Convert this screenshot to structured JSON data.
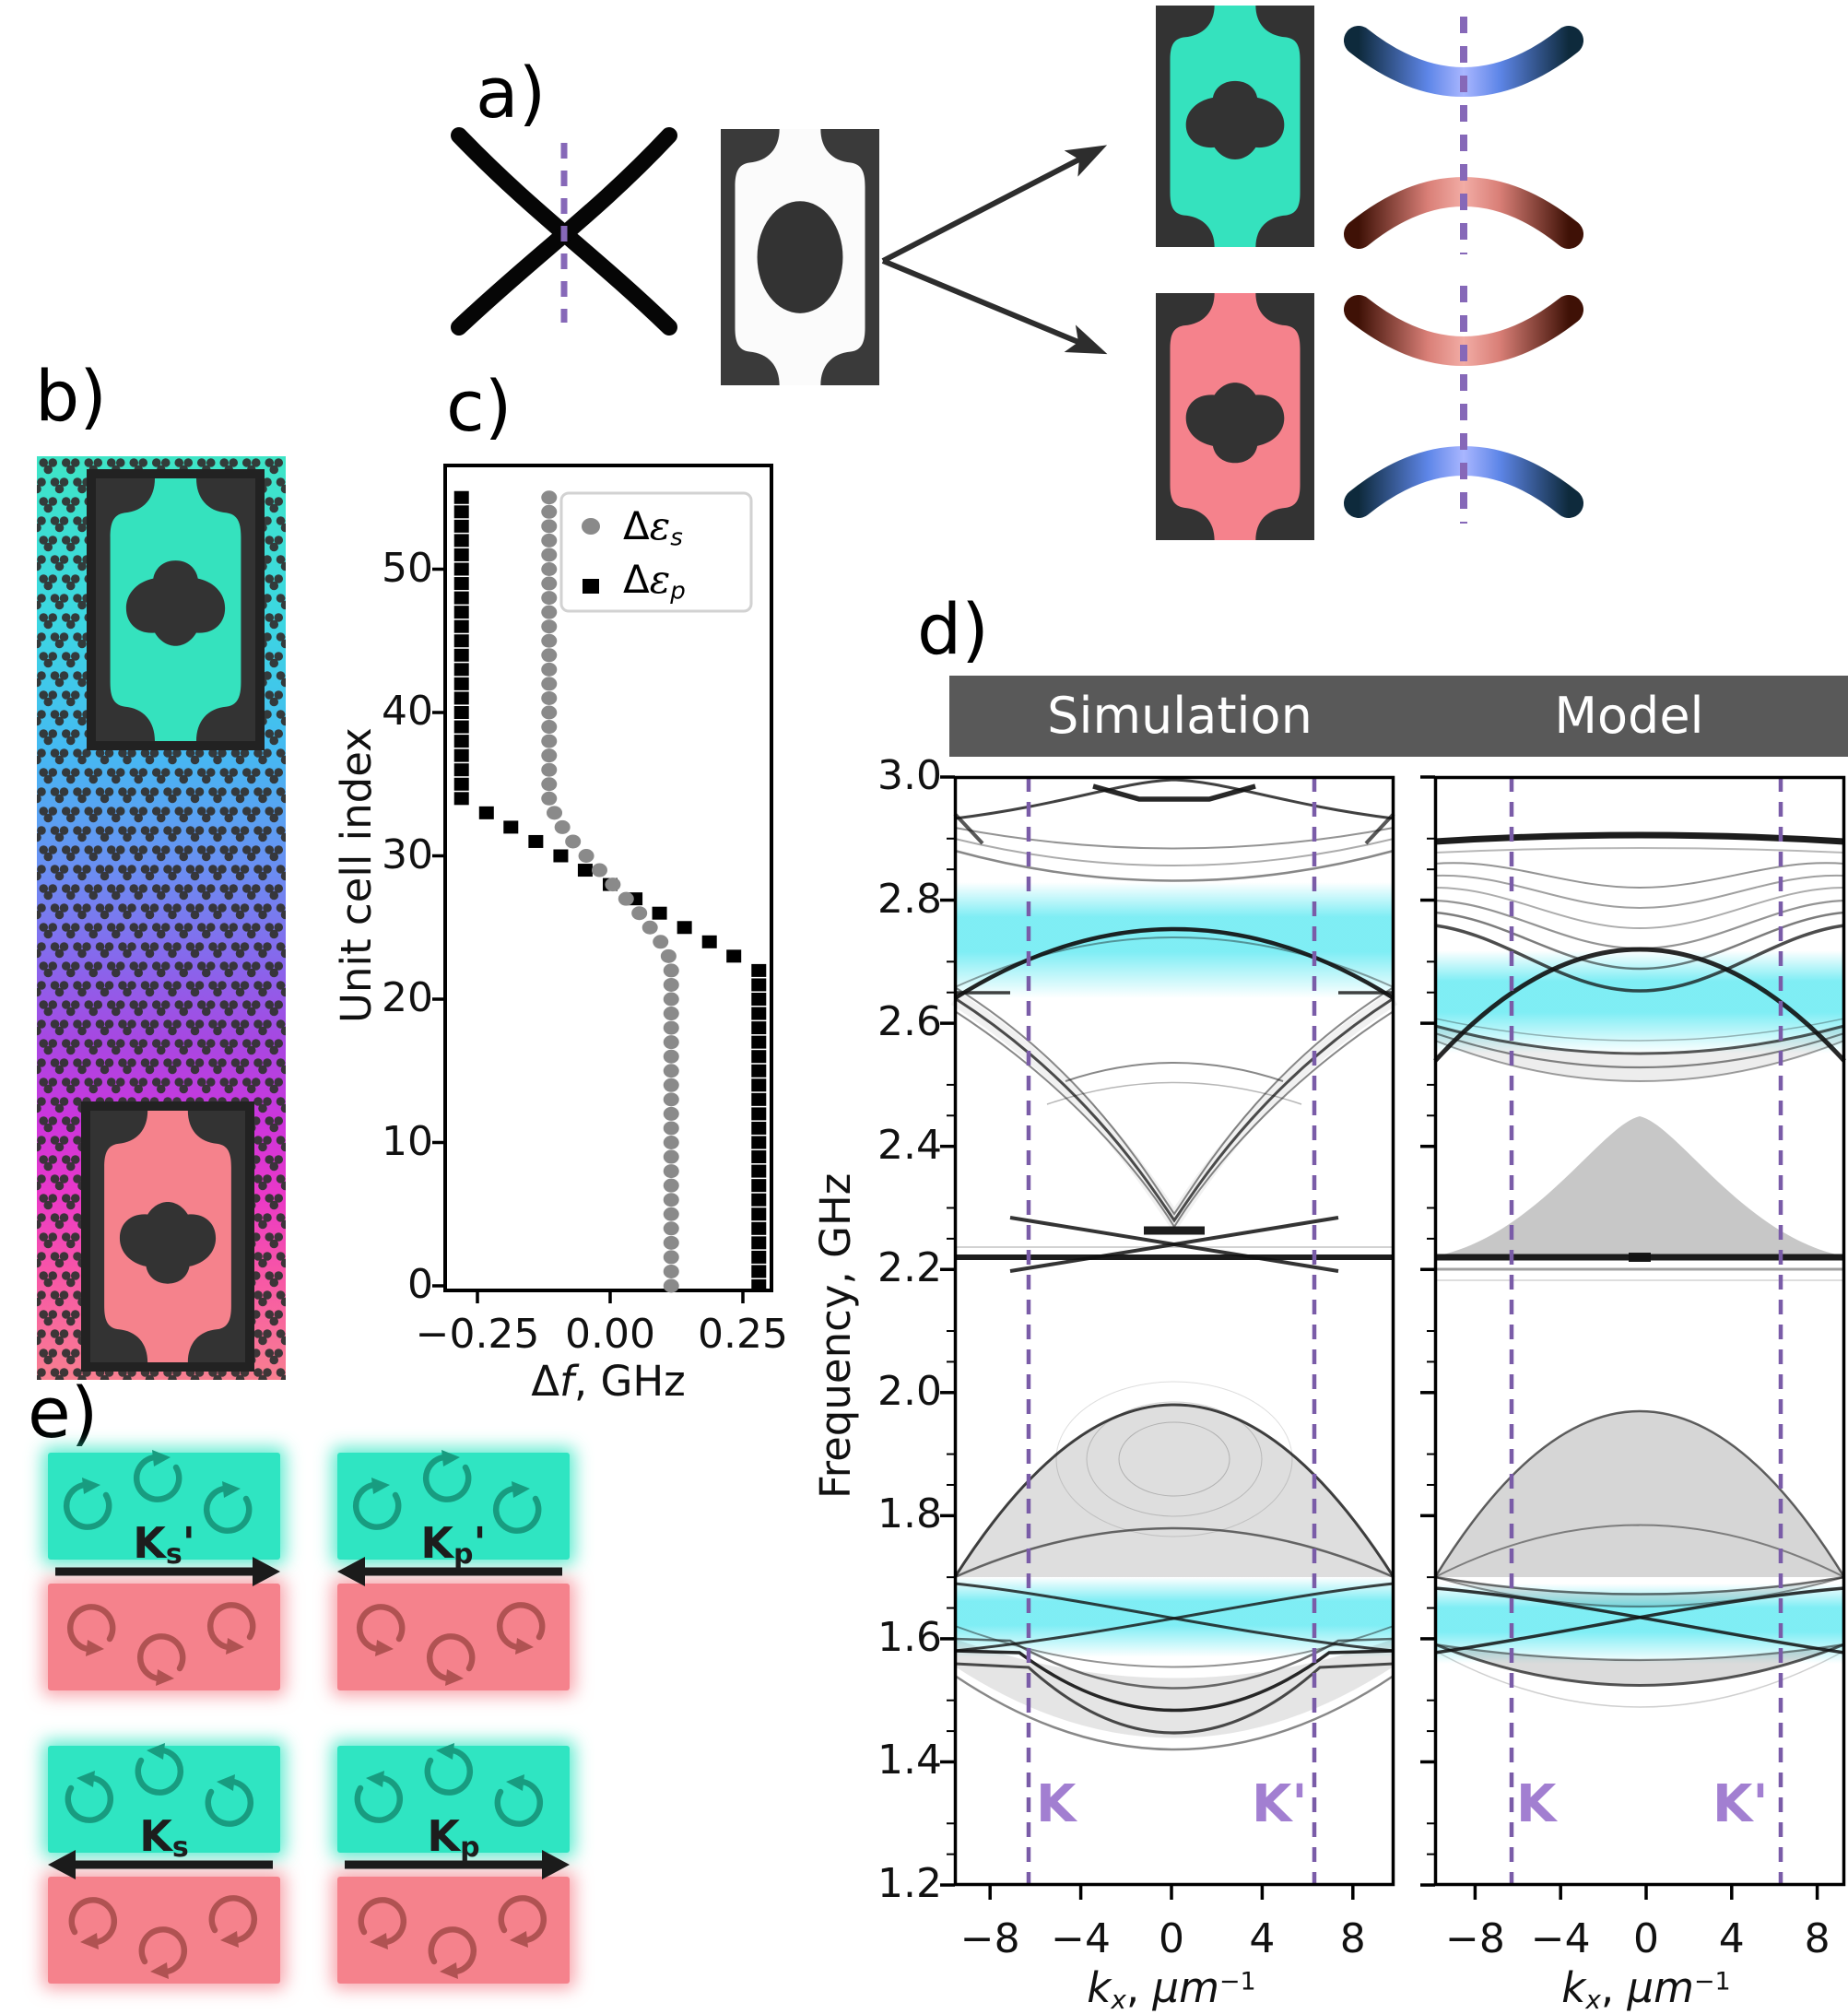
{
  "colors": {
    "teal": "#2FE5C2",
    "pink": "#F5828C",
    "dark_cell": "#333333",
    "cyan_highlight": "#5FE9F2",
    "purple_dashed": "#7A5CA8",
    "k_label_purple": "#A27FD1",
    "header_bg": "#595959",
    "gray_marker": "#8A8A8A",
    "black": "#000000"
  },
  "panels": {
    "a": "a)",
    "b": "b)",
    "c": "c)",
    "d": "d)",
    "e": "e)"
  },
  "panel_c": {
    "ylabel": "Unit cell index",
    "xlabel": {
      "delta": "Δ",
      "italic": "f",
      "suffix": ", GHz"
    },
    "yticks": [
      "0",
      "10",
      "20",
      "30",
      "40",
      "50"
    ],
    "ytick_values": [
      0,
      10,
      20,
      30,
      40,
      50
    ],
    "xticks": [
      "−0.25",
      "0.00",
      "0.25"
    ],
    "xtick_values": [
      -0.25,
      0,
      0.25
    ],
    "legend": [
      {
        "prefix": "Δ",
        "eps": "ε",
        "sub": "s"
      },
      {
        "prefix": "Δ",
        "eps": "ε",
        "sub": "p"
      }
    ]
  },
  "panel_d": {
    "headers": [
      "Simulation",
      "Model"
    ],
    "ylabel": "Frequency, GHz",
    "yticks": [
      "3.0",
      "2.8",
      "2.6",
      "2.4",
      "2.2",
      "2.0",
      "1.8",
      "1.6",
      "1.4",
      "1.2"
    ],
    "ytick_values": [
      3.0,
      2.8,
      2.6,
      2.4,
      2.2,
      2.0,
      1.8,
      1.6,
      1.4,
      1.2
    ],
    "xticks": [
      "−8",
      "−4",
      "0",
      "4",
      "8"
    ],
    "xtick_values": [
      -8,
      -4,
      0,
      4,
      8
    ],
    "xlabel": {
      "k": "k",
      "sub": "x",
      "comma": ", ",
      "mu": "μm",
      "sup": "−1"
    },
    "k_labels": [
      "K",
      "K'"
    ],
    "k_values_um": [
      -6.3,
      6.3
    ]
  },
  "panel_e": {
    "cards": [
      {
        "main": "K",
        "sub": "s",
        "prime": "'",
        "arrow": "right"
      },
      {
        "main": "K",
        "sub": "p",
        "prime": "'",
        "arrow": "left"
      },
      {
        "main": "K",
        "sub": "s",
        "prime": "",
        "arrow": "left"
      },
      {
        "main": "K",
        "sub": "p",
        "prime": "",
        "arrow": "right"
      }
    ]
  },
  "chart_data": [
    {
      "type": "scatter",
      "title": "Frequency detuning profile across the domain wall",
      "xlabel": "Δf, GHz",
      "ylabel": "Unit cell index",
      "xlim": [
        -0.32,
        0.32
      ],
      "ylim": [
        -2,
        58
      ],
      "grid": false,
      "legend_position": "upper right",
      "series": [
        {
          "name": "Δε_s",
          "marker": "circle",
          "color": "#8A8A8A",
          "values": [
            0.115,
            0.115,
            0.115,
            0.115,
            0.115,
            0.115,
            0.115,
            0.115,
            0.115,
            0.115,
            0.115,
            0.115,
            0.115,
            0.115,
            0.115,
            0.115,
            0.115,
            0.115,
            0.115,
            0.115,
            0.115,
            0.115,
            0.115,
            0.11,
            0.095,
            0.075,
            0.055,
            0.03,
            0.005,
            -0.02,
            -0.045,
            -0.07,
            -0.09,
            -0.105,
            -0.115,
            -0.115,
            -0.115,
            -0.115,
            -0.115,
            -0.115,
            -0.115,
            -0.115,
            -0.115,
            -0.115,
            -0.115,
            -0.115,
            -0.115,
            -0.115,
            -0.115,
            -0.115,
            -0.115,
            -0.115,
            -0.115,
            -0.115,
            -0.115,
            -0.115
          ]
        },
        {
          "name": "Δε_p",
          "marker": "square",
          "color": "#000000",
          "values": [
            0.28,
            0.28,
            0.28,
            0.28,
            0.28,
            0.28,
            0.28,
            0.28,
            0.28,
            0.28,
            0.28,
            0.28,
            0.28,
            0.28,
            0.28,
            0.28,
            0.28,
            0.28,
            0.28,
            0.28,
            0.28,
            0.28,
            0.28,
            0.233,
            0.187,
            0.14,
            0.093,
            0.047,
            0,
            -0.047,
            -0.093,
            -0.14,
            -0.187,
            -0.233,
            -0.28,
            -0.28,
            -0.28,
            -0.28,
            -0.28,
            -0.28,
            -0.28,
            -0.28,
            -0.28,
            -0.28,
            -0.28,
            -0.28,
            -0.28,
            -0.28,
            -0.28,
            -0.28,
            -0.28,
            -0.28,
            -0.28,
            -0.28,
            -0.28,
            -0.28
          ]
        }
      ]
    },
    {
      "type": "heatmap",
      "title": "Edge-state band structures",
      "panels": [
        "Simulation",
        "Model"
      ],
      "xlabel": "k_x, μm^−1",
      "ylabel": "Frequency, GHz",
      "xlim": [
        -9.5,
        9.5
      ],
      "ylim": [
        1.2,
        3.0
      ],
      "k_points_um": [
        -6.3,
        6.3
      ],
      "gap_highlights_GHz": [
        [
          1.57,
          1.7
        ],
        [
          2.55,
          2.82
        ]
      ],
      "features": [
        "flat magnon band near 2.9 GHz",
        "bulk band cluster 2.55–2.86 GHz",
        "chiral edge states crossing upper gap 2.55–2.83 GHz",
        "Dirac-like crossing near 2.27 GHz (Simulation)",
        "flat band near 2.22 GHz",
        "bulk dome 1.70–1.98 GHz",
        "edge states crossing lower gap 1.45–1.70 GHz"
      ]
    }
  ]
}
